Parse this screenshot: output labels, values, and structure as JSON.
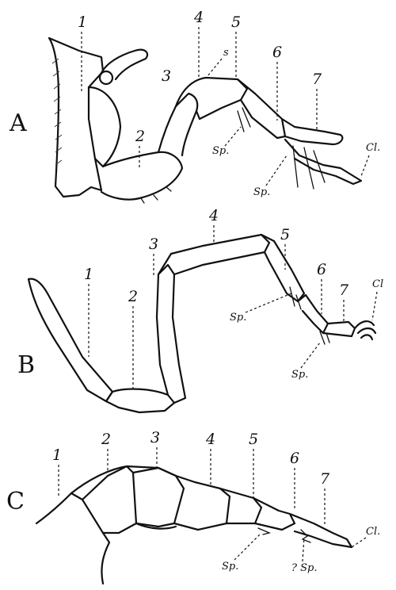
{
  "panels": [
    {
      "letter": "A",
      "segments": [
        "1",
        "2",
        "3",
        "4",
        "5",
        "6",
        "7"
      ],
      "extra": {
        "s": "s",
        "sp_upper": "Sp.",
        "sp_lower": "Sp.",
        "cl": "Cl."
      }
    },
    {
      "letter": "B",
      "segments": [
        "1",
        "2",
        "3",
        "4",
        "5",
        "6",
        "7"
      ],
      "extra": {
        "sp_upper": "Sp.",
        "sp_lower": "Sp.",
        "cl": "Cl"
      }
    },
    {
      "letter": "C",
      "segments": [
        "1",
        "2",
        "3",
        "4",
        "5",
        "6",
        "7"
      ],
      "extra": {
        "sp_left": "Sp.",
        "sp_right": "? Sp.",
        "cl": "Cl."
      }
    }
  ]
}
